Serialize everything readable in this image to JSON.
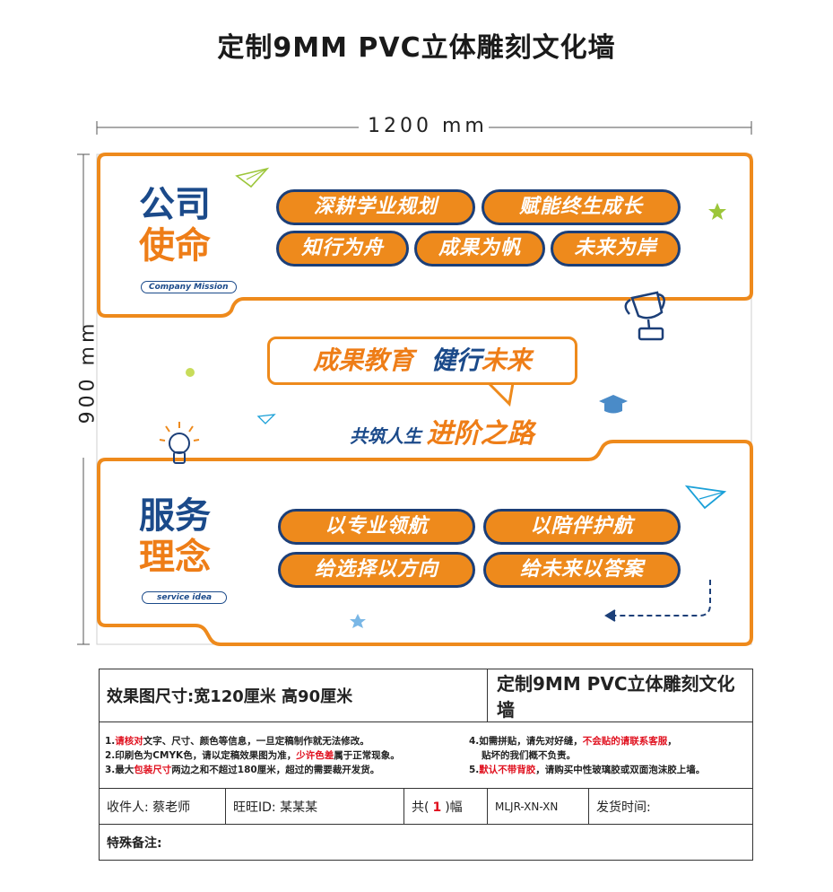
{
  "page_title": "定制9MM PVC立体雕刻文化墙",
  "dimensions": {
    "width": "1200 mm",
    "height": "900 mm"
  },
  "mission": {
    "title_line1": "公司",
    "title_line2": "使命",
    "english": "Company Mission",
    "pills": [
      "深耕学业规划",
      "赋能终生成长",
      "知行为舟",
      "成果为帆",
      "未来为岸"
    ]
  },
  "slogan": {
    "part1": "成果教育",
    "part2": "健行",
    "part3": "未来",
    "sub_prefix": "共筑人生",
    "sub_highlight": "进阶之路"
  },
  "service": {
    "title_line1": "服务",
    "title_line2": "理念",
    "english": "service idea",
    "pills": [
      "以专业领航",
      "以陪伴护航",
      "给选择以方向",
      "给未来以答案"
    ]
  },
  "info_table": {
    "size_label": "效果图尺寸:",
    "size_value": "宽120厘米  高90厘米",
    "product_title": "定制9MM PVC立体雕刻文化墙",
    "notes_left": [
      {
        "num": "1.",
        "red": "请核对",
        "text": "文字、尺寸、颜色等信息，一旦定稿制作就无法修改。"
      },
      {
        "num": "2.",
        "pre": "印刷色为CMYK色，请以定稿效果图为准，",
        "red": "少许色差",
        "text": "属于正常现象。"
      },
      {
        "num": "3.",
        "pre": "最大",
        "red": "包装尺寸",
        "text": "两边之和不超过180厘米，超过的需要裁开发货。"
      }
    ],
    "notes_right": [
      {
        "num": "4.",
        "pre": "如需拼贴，请先对好缝，",
        "red": "不会贴的请联系客服",
        "text": "，"
      },
      {
        "num": "",
        "pre": "",
        "red": "",
        "text": "贴坏的我们概不负责。"
      },
      {
        "num": "5.",
        "pre": "",
        "red": "默认不带背胶",
        "text": "，请购买中性玻璃胶或双面泡沫胶上墙。"
      }
    ],
    "recipient": "收件人: 蔡老师",
    "wangwang": "旺旺ID: 某某某",
    "count_prefix": "共(",
    "count_value": "1",
    "count_suffix": ")幅",
    "code": "MLJR-XN-XN",
    "ship_time": "发货时间:",
    "special_note": "特殊备注:"
  },
  "colors": {
    "orange": "#ee8a1c",
    "navy": "#1c3f78",
    "red": "#e0101e",
    "cyan": "#1aa0d8"
  }
}
